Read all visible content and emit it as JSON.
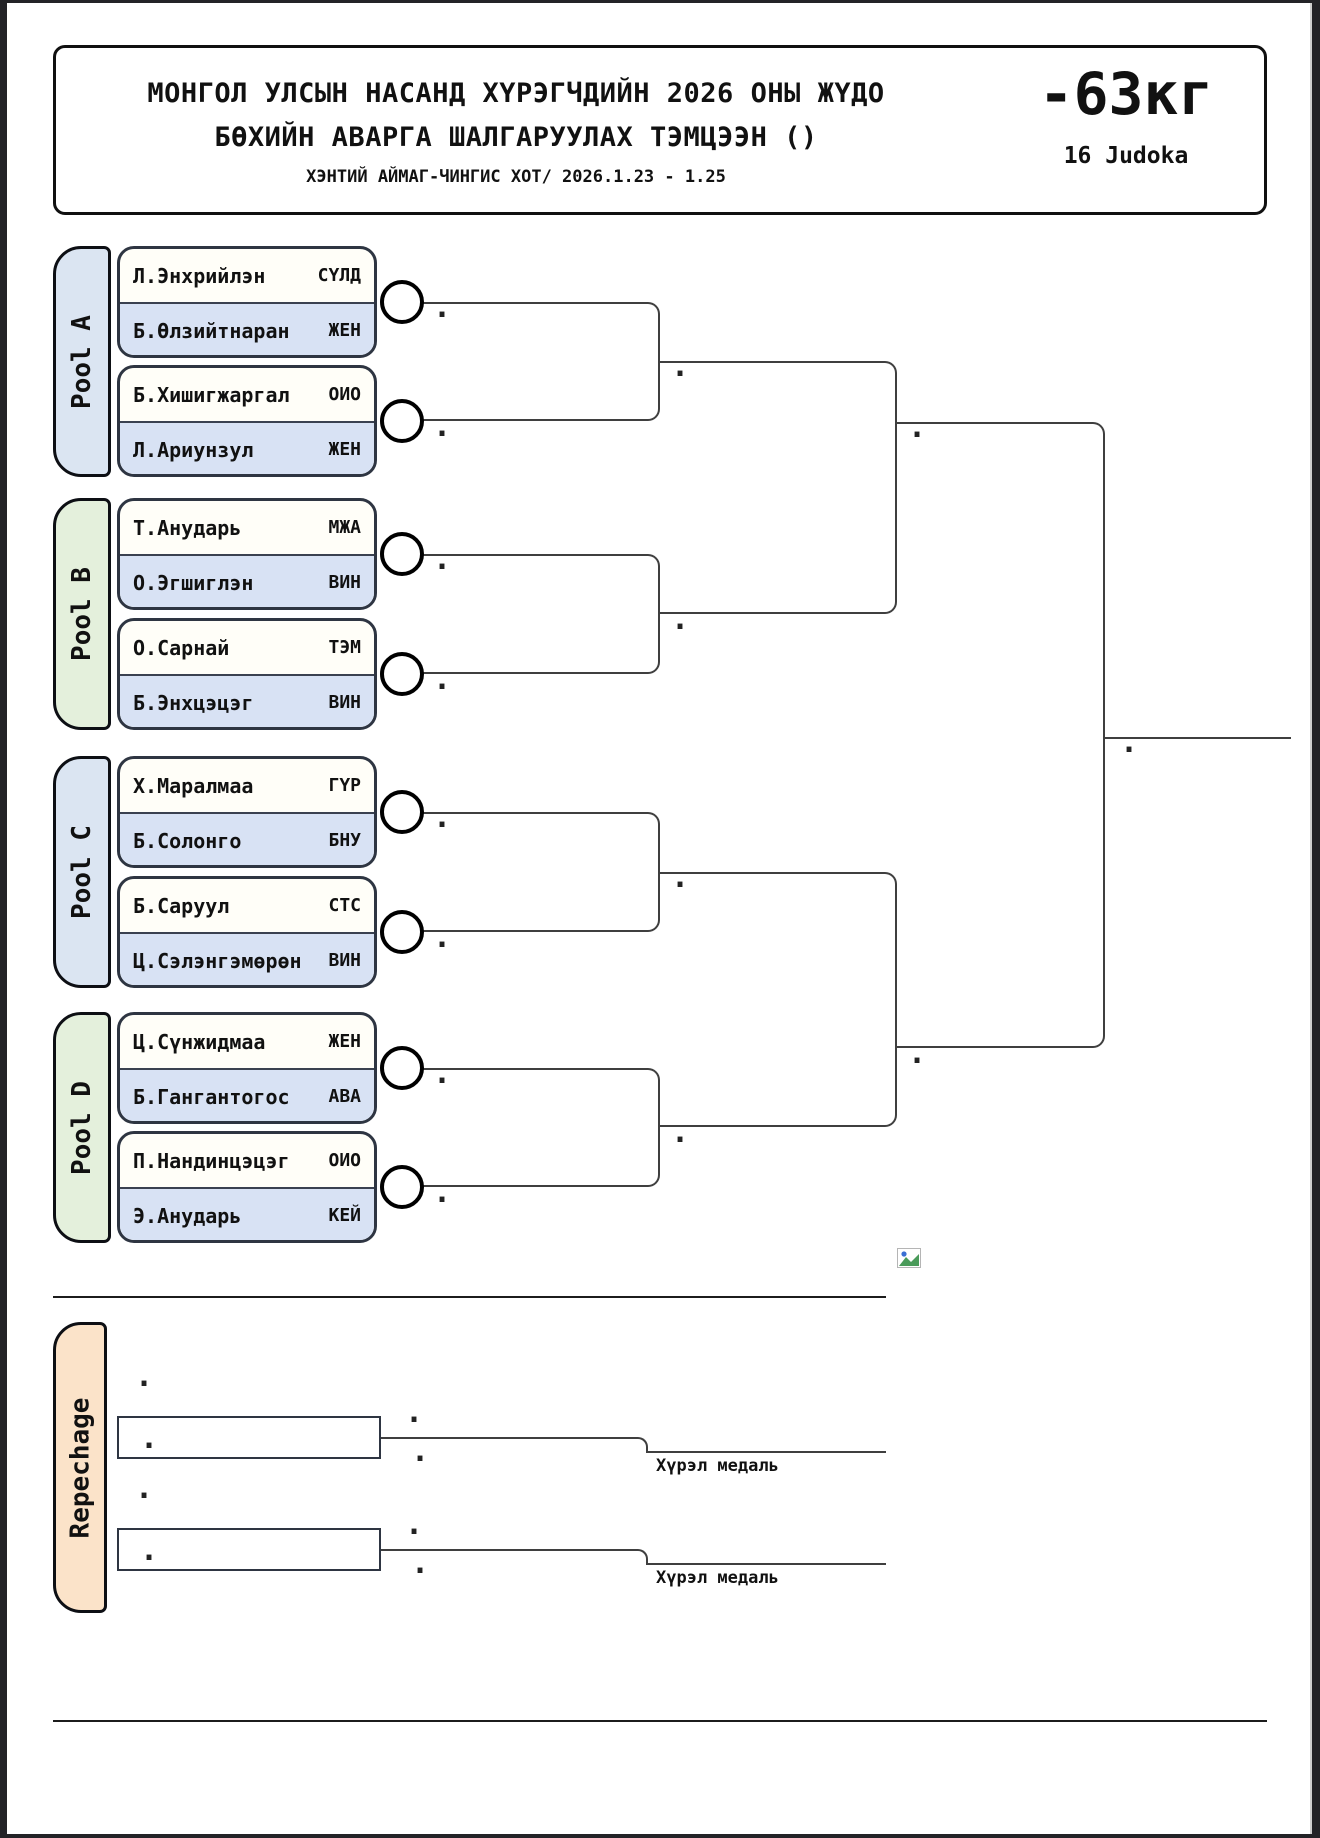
{
  "header": {
    "title_line1": "МОНГОЛ УЛСЫН НАСАНД ХҮРЭГЧДИЙН 2026 ОНЫ ЖҮДО",
    "title_line2": "БӨХИЙН АВАРГА ШАЛГАРУУЛАХ ТЭМЦЭЭН ()",
    "subtitle": "ХЭНТИЙ АЙМАГ-ЧИНГИС ХОТ/ 2026.1.23 - 1.25",
    "weight_class": "-63кг",
    "judoka_count": "16 Judoka"
  },
  "pools": {
    "a": {
      "label": "Pool A",
      "entries": [
        {
          "name": "Л.Энхрийлэн",
          "club": "СҮЛД"
        },
        {
          "name": "Б.Өлзийтнаран",
          "club": "ЖЕН"
        },
        {
          "name": "Б.Хишигжаргал",
          "club": "ОИО"
        },
        {
          "name": "Л.Ариунзул",
          "club": "ЖЕН"
        }
      ]
    },
    "b": {
      "label": "Pool B",
      "entries": [
        {
          "name": "Т.Анударь",
          "club": "МЖА"
        },
        {
          "name": "О.Эгшиглэн",
          "club": "ВИН"
        },
        {
          "name": "О.Сарнай",
          "club": "ТЭМ"
        },
        {
          "name": "Б.Энхцэцэг",
          "club": "ВИН"
        }
      ]
    },
    "c": {
      "label": "Pool C",
      "entries": [
        {
          "name": "Х.Маралмаа",
          "club": "ГҮР"
        },
        {
          "name": "Б.Солонго",
          "club": "БНУ"
        },
        {
          "name": "Б.Саруул",
          "club": "СТС"
        },
        {
          "name": "Ц.Сэлэнгэмөрөн",
          "club": "ВИН"
        }
      ]
    },
    "d": {
      "label": "Pool D",
      "entries": [
        {
          "name": "Ц.Сүнжидмаа",
          "club": "ЖЕН"
        },
        {
          "name": "Б.Гангантогос",
          "club": "АВА"
        },
        {
          "name": "П.Нандинцэцэг",
          "club": "ОИО"
        },
        {
          "name": "Э.Анударь",
          "club": "КЕЙ"
        }
      ]
    }
  },
  "repechage": {
    "label": "Repechage",
    "bronze_label_1": "Хүрэл медаль",
    "bronze_label_2": "Хүрэл медаль"
  },
  "placeholder_dot": "."
}
